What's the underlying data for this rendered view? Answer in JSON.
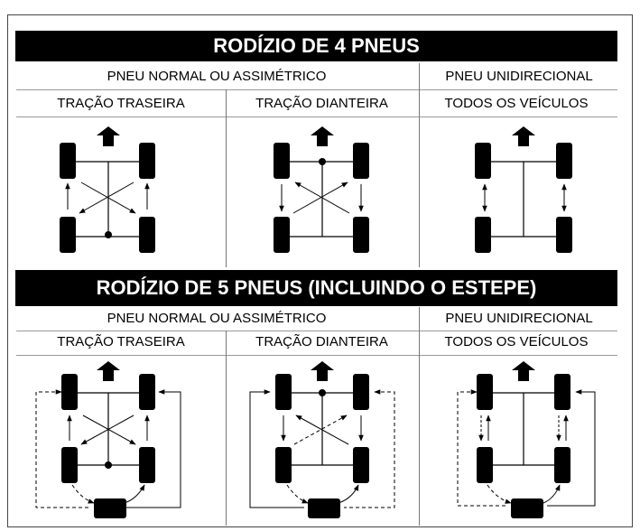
{
  "section_4": {
    "title": "RODÍZIO DE 4 PNEUS",
    "normal_header": "PNEU NORMAL  OU ASSIMÉTRICO",
    "unidirectional_header": "PNEU UNIDIRECIONAL",
    "rear_wheel_drive": "TRAÇÃO TRASEIRA",
    "front_wheel_drive": "TRAÇÃO DIANTEIRA",
    "all_vehicles": "TODOS OS VEÍCULOS"
  },
  "section_5": {
    "title": "RODÍZIO DE 5 PNEUS (INCLUINDO O ESTEPE)",
    "normal_header": "PNEU NORMAL  OU ASSIMÉTRICO",
    "unidirectional_header": "PNEU UNIDIRECIONAL",
    "rear_wheel_drive": "TRAÇÃO TRASEIRA",
    "front_wheel_drive": "TRAÇÃO DIANTEIRA",
    "all_vehicles": "TODOS OS VEÍCULOS"
  },
  "colors": {
    "bar": "#000000",
    "text": "#000000",
    "background": "#ffffff"
  }
}
